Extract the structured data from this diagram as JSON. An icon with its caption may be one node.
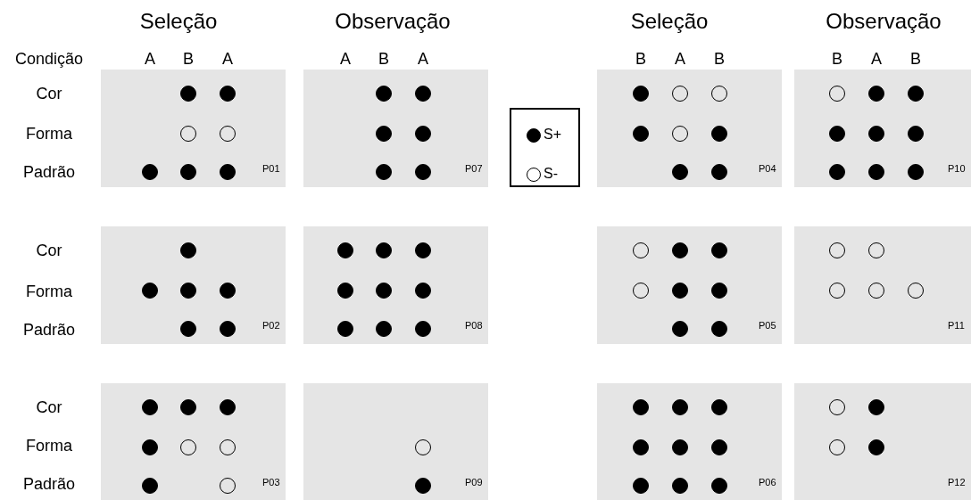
{
  "diagram": {
    "nodes": [
      {
        "text": [
          "P01"
        ]
      },
      {
        "text": [],
        "shape": "dot",
        "in": 0
      },
      {
        "text": [],
        "shape": "dot",
        "in": 0
      },
      {
        "text": [],
        "shape": "circle",
        "in": 0
      },
      {
        "text": [],
        "shape": "circle",
        "in": 0
      },
      {
        "text": [],
        "shape": "dot",
        "in": 0
      },
      {
        "text": [],
        "shape": "dot",
        "in": 0
      },
      {
        "text": [],
        "shape": "dot",
        "in": 0
      },
      {
        "text": [
          "P07"
        ]
      },
      {
        "text": [],
        "shape": "dot",
        "in": 8
      },
      {
        "text": [],
        "shape": "dot",
        "in": 8
      },
      {
        "text": [],
        "shape": "dot",
        "in": 8
      },
      {
        "text": [],
        "shape": "dot",
        "in": 8
      },
      {
        "text": [],
        "shape": "dot",
        "in": 8
      },
      {
        "text": [],
        "shape": "dot",
        "in": 8
      },
      {
        "text": [
          "P04"
        ]
      },
      {
        "text": [],
        "shape": "dot",
        "in": 15
      },
      {
        "text": [],
        "shape": "circle",
        "in": 15
      },
      {
        "text": [],
        "shape": "circle",
        "in": 15
      },
      {
        "text": [],
        "shape": "dot",
        "in": 15
      },
      {
        "text": [],
        "shape": "circle",
        "in": 15
      },
      {
        "text": [],
        "shape": "dot",
        "in": 15
      },
      {
        "text": [],
        "shape": "dot",
        "in": 15
      },
      {
        "text": [],
        "shape": "dot",
        "in": 15
      },
      {
        "text": [
          "P10"
        ]
      },
      {
        "text": [],
        "shape": "circle",
        "in": 24
      },
      {
        "text": [],
        "shape": "dot",
        "in": 24
      },
      {
        "text": [],
        "shape": "dot",
        "in": 24
      },
      {
        "text": [],
        "shape": "dot",
        "in": 24
      },
      {
        "text": [],
        "shape": "dot",
        "in": 24
      },
      {
        "text": [],
        "shape": "dot",
        "in": 24
      },
      {
        "text": [],
        "shape": "dot",
        "in": 24
      },
      {
        "text": [],
        "shape": "dot",
        "in": 24
      },
      {
        "text": [],
        "shape": "dot",
        "in": 24
      },
      {
        "text": [
          "P02"
        ]
      },
      {
        "text": [],
        "shape": "dot",
        "in": 34
      },
      {
        "text": [],
        "shape": "dot",
        "in": 34
      },
      {
        "text": [],
        "shape": "dot",
        "in": 34
      },
      {
        "text": [],
        "shape": "dot",
        "in": 34
      },
      {
        "text": [],
        "shape": "dot",
        "in": 34
      },
      {
        "text": [],
        "shape": "dot",
        "in": 34
      },
      {
        "text": [
          "P08"
        ]
      },
      {
        "text": [],
        "shape": "dot",
        "in": 41
      },
      {
        "text": [],
        "shape": "dot",
        "in": 41
      },
      {
        "text": [],
        "shape": "dot",
        "in": 41
      },
      {
        "text": [],
        "shape": "dot",
        "in": 41
      },
      {
        "text": [],
        "shape": "dot",
        "in": 41
      },
      {
        "text": [],
        "shape": "dot",
        "in": 41
      },
      {
        "text": [],
        "shape": "dot",
        "in": 41
      },
      {
        "text": [],
        "shape": "dot",
        "in": 41
      },
      {
        "text": [],
        "shape": "dot",
        "in": 41
      },
      {
        "text": [
          "P05"
        ]
      },
      {
        "text": [],
        "shape": "circle",
        "in": 51
      },
      {
        "text": [],
        "shape": "dot",
        "in": 51
      },
      {
        "text": [],
        "shape": "dot",
        "in": 51
      },
      {
        "text": [],
        "shape": "circle",
        "in": 51
      },
      {
        "text": [],
        "shape": "dot",
        "in": 51
      },
      {
        "text": [],
        "shape": "dot",
        "in": 51
      },
      {
        "text": [],
        "shape": "dot",
        "in": 51
      },
      {
        "text": [],
        "shape": "dot",
        "in": 51
      },
      {
        "text": [
          "P11"
        ]
      },
      {
        "text": [],
        "shape": "circle",
        "in": 60
      },
      {
        "text": [],
        "shape": "circle",
        "in": 60
      },
      {
        "text": [],
        "shape": "circle",
        "in": 60
      },
      {
        "text": [],
        "shape": "circle",
        "in": 60
      },
      {
        "text": [],
        "shape": "circle",
        "in": 60
      },
      {
        "text": [
          "P03"
        ]
      },
      {
        "text": [],
        "shape": "dot",
        "in": 66
      },
      {
        "text": [],
        "shape": "dot",
        "in": 66
      },
      {
        "text": [],
        "shape": "dot",
        "in": 66
      },
      {
        "text": [],
        "shape": "dot",
        "in": 66
      },
      {
        "text": [],
        "shape": "circle",
        "in": 66
      },
      {
        "text": [],
        "shape": "circle",
        "in": 66
      },
      {
        "text": [],
        "shape": "dot",
        "in": 66
      },
      {
        "text": [],
        "shape": "circle",
        "in": 66
      },
      {
        "text": [
          "P09"
        ]
      },
      {
        "text": [],
        "shape": "circle",
        "in": 75
      },
      {
        "text": [],
        "shape": "dot",
        "in": 75
      },
      {
        "text": [
          "P06"
        ]
      },
      {
        "text": [],
        "shape": "dot",
        "in": 78
      },
      {
        "text": [],
        "shape": "dot",
        "in": 78
      },
      {
        "text": [],
        "shape": "dot",
        "in": 78
      },
      {
        "text": [],
        "shape": "dot",
        "in": 78
      },
      {
        "text": [],
        "shape": "dot",
        "in": 78
      },
      {
        "text": [],
        "shape": "dot",
        "in": 78
      },
      {
        "text": [],
        "shape": "dot",
        "in": 78
      },
      {
        "text": [],
        "shape": "dot",
        "in": 78
      },
      {
        "text": [],
        "shape": "dot",
        "in": 78
      },
      {
        "text": [
          "P12"
        ]
      },
      {
        "text": [],
        "shape": "circle",
        "in": 88
      },
      {
        "text": [],
        "shape": "dot",
        "in": 88
      },
      {
        "text": [],
        "shape": "circle",
        "in": 88
      },
      {
        "text": [],
        "shape": "dot",
        "in": 88
      }
    ],
    "labels": [
      "Seleção",
      "Observação",
      "Seleção",
      "Observação",
      "Condição",
      "A",
      "B",
      "A",
      "A",
      "B",
      "A",
      "B",
      "A",
      "B",
      "B",
      "A",
      "B",
      "Cor",
      "Forma",
      "Padrão",
      "Cor",
      "Forma",
      "Padrão",
      "Cor",
      "Forma",
      "Padrão"
    ],
    "legend": [
      {
        "text": "S+",
        "color": "#000000"
      },
      {
        "text": "S-",
        "color": "#ffffff"
      }
    ]
  }
}
